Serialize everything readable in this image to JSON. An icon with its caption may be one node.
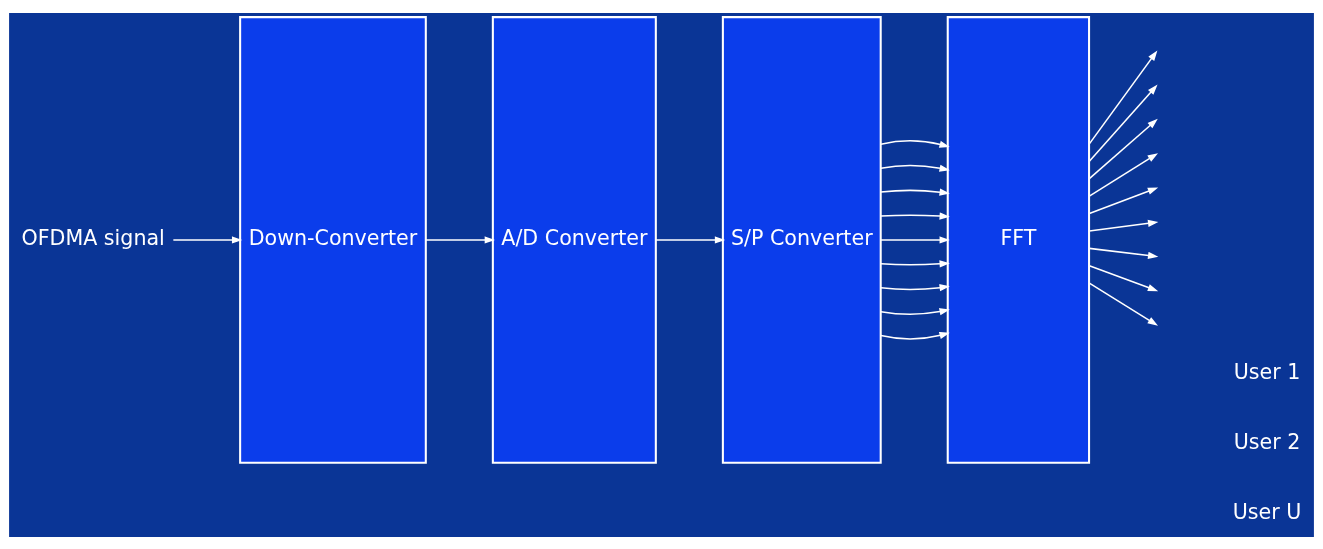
{
  "diagram": {
    "nodes": [
      {
        "text": [
          "OFDMA signal"
        ]
      },
      {
        "text": [
          "Down-Converter"
        ]
      },
      {
        "text": [
          "A/D Converter"
        ]
      },
      {
        "text": [
          "S/P Converter"
        ]
      },
      {
        "text": [
          "FFT"
        ]
      }
    ],
    "edges": [
      {
        "from": 0,
        "to": 1,
        "arrow": "to"
      },
      {
        "from": 1,
        "to": 2,
        "arrow": "to"
      },
      {
        "from": 2,
        "to": 3,
        "arrow": "to"
      },
      {
        "from": 3,
        "to": 4,
        "arrow": "to"
      },
      {
        "from": 3,
        "to": 4,
        "arrow": "to"
      },
      {
        "from": 3,
        "to": 4,
        "arrow": "to"
      },
      {
        "from": 3,
        "to": 4,
        "arrow": "to"
      },
      {
        "from": 3,
        "to": 4,
        "arrow": "to"
      },
      {
        "from": 3,
        "to": 4,
        "arrow": "to"
      },
      {
        "from": 3,
        "to": 4,
        "arrow": "to"
      },
      {
        "from": 3,
        "to": 4,
        "arrow": "to"
      },
      {
        "from": 3,
        "to": 4,
        "arrow": "to"
      },
      {
        "from": 4,
        "to": null,
        "arrow": "to"
      },
      {
        "from": 4,
        "to": null,
        "arrow": "to"
      },
      {
        "from": 4,
        "to": null,
        "arrow": "to"
      },
      {
        "from": 4,
        "to": null,
        "arrow": "to"
      },
      {
        "from": 4,
        "to": null,
        "arrow": "to"
      },
      {
        "from": 4,
        "to": null,
        "arrow": "to"
      },
      {
        "from": 4,
        "to": null,
        "arrow": "to"
      },
      {
        "from": 4,
        "to": null,
        "arrow": "to"
      },
      {
        "from": 4,
        "to": null,
        "arrow": "to"
      }
    ],
    "labels": [
      "User 1",
      "User 2",
      "User U"
    ]
  }
}
